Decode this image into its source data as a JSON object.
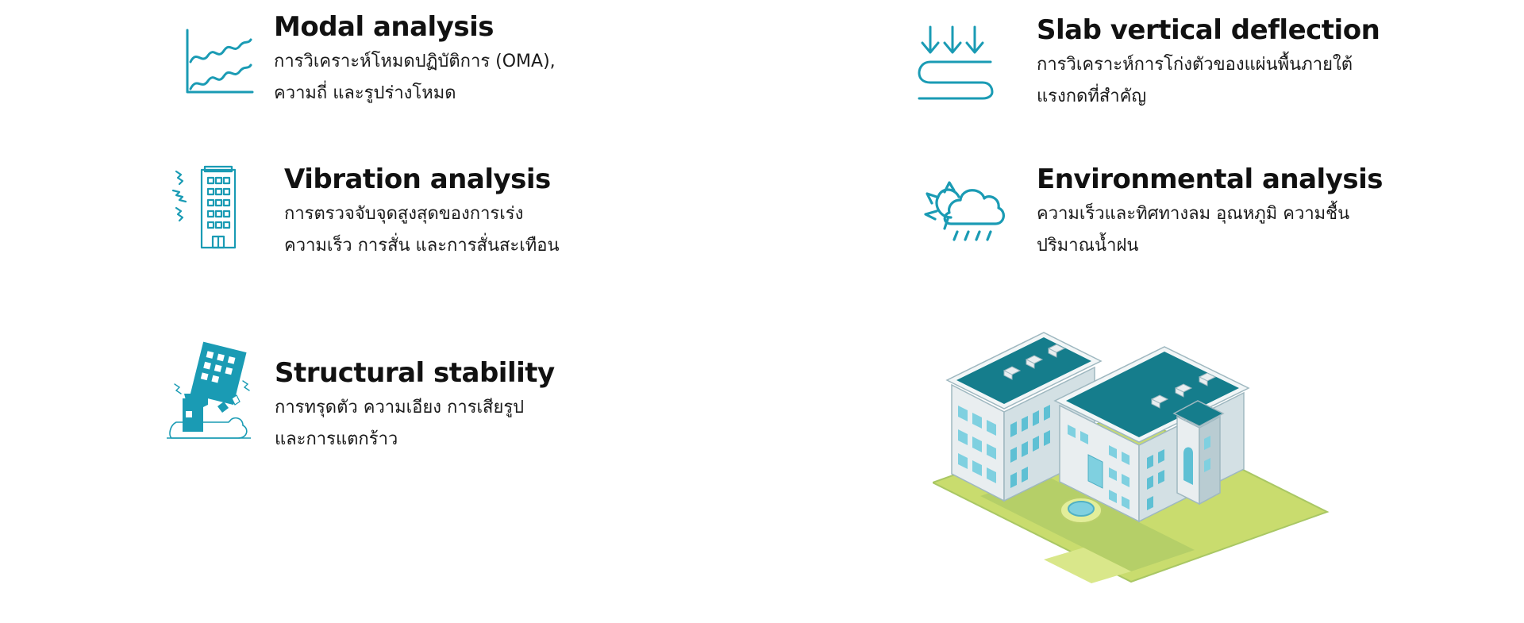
{
  "features": {
    "modal": {
      "title": "Modal analysis",
      "line1": "การวิเคราะห์โหมดปฏิบัติการ (OMA),",
      "line2": "ความถี่ และรูปร่างโหมด",
      "icon": "wave-chart-icon"
    },
    "slab": {
      "title": "Slab vertical deflection",
      "line1": "การวิเคราะห์การโก่งตัวของแผ่นพื้นภายใต้",
      "line2": "แรงกดที่สำคัญ",
      "icon": "downward-arrows-slab-icon"
    },
    "vibration": {
      "title": "Vibration analysis",
      "line1": "การตรวจจับจุดสูงสุดของการเร่ง",
      "line2": "ความเร็ว การสั่น และการสั่นสะเทือน",
      "icon": "vibrating-building-icon"
    },
    "environmental": {
      "title": "Environmental analysis",
      "line1": "ความเร็วและทิศทางลม อุณหภูมิ ความชื้น",
      "line2": "ปริมาณน้ำฝน",
      "icon": "sun-cloud-rain-icon"
    },
    "structural": {
      "title": "Structural stability",
      "line1": "การทรุดตัว ความเอียง การเสียรูป",
      "line2": "และการแตกร้าว",
      "icon": "collapsing-building-icon"
    }
  },
  "colors": {
    "accent": "#1a9bb4",
    "roof": "#157d8c",
    "wall": "#e9eef0",
    "wall_shade": "#b9ccd2",
    "window": "#7fd0e0",
    "lawn": "#c9dc6e",
    "lawn_dark": "#a9c764",
    "text": "#111111"
  },
  "illustration": {
    "name": "isometric-office-building"
  }
}
